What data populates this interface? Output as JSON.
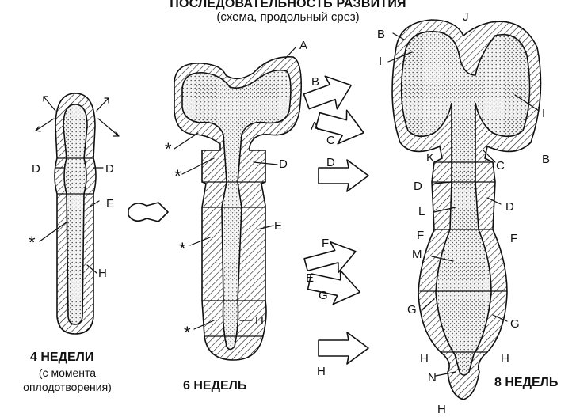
{
  "header": {
    "title": "ПОСЛЕДОВАТЕЛЬНОСТЬ РАЗВИТИЯ",
    "subtitle": "(схема, продольный срез)"
  },
  "stages": [
    {
      "label": "4 НЕДЕЛИ",
      "note_line1": "(с момента",
      "note_line2": "оплодотворения)"
    },
    {
      "label": "6 НЕДЕЛЬ"
    },
    {
      "label": "8 НЕДЕЛЬ"
    }
  ],
  "letters": {
    "A": "A",
    "B": "B",
    "C": "C",
    "D": "D",
    "E": "E",
    "F": "F",
    "G": "G",
    "H": "H",
    "I": "I",
    "J": "J",
    "K": "K",
    "L": "L",
    "M": "M",
    "N": "N",
    "star": "*"
  }
}
